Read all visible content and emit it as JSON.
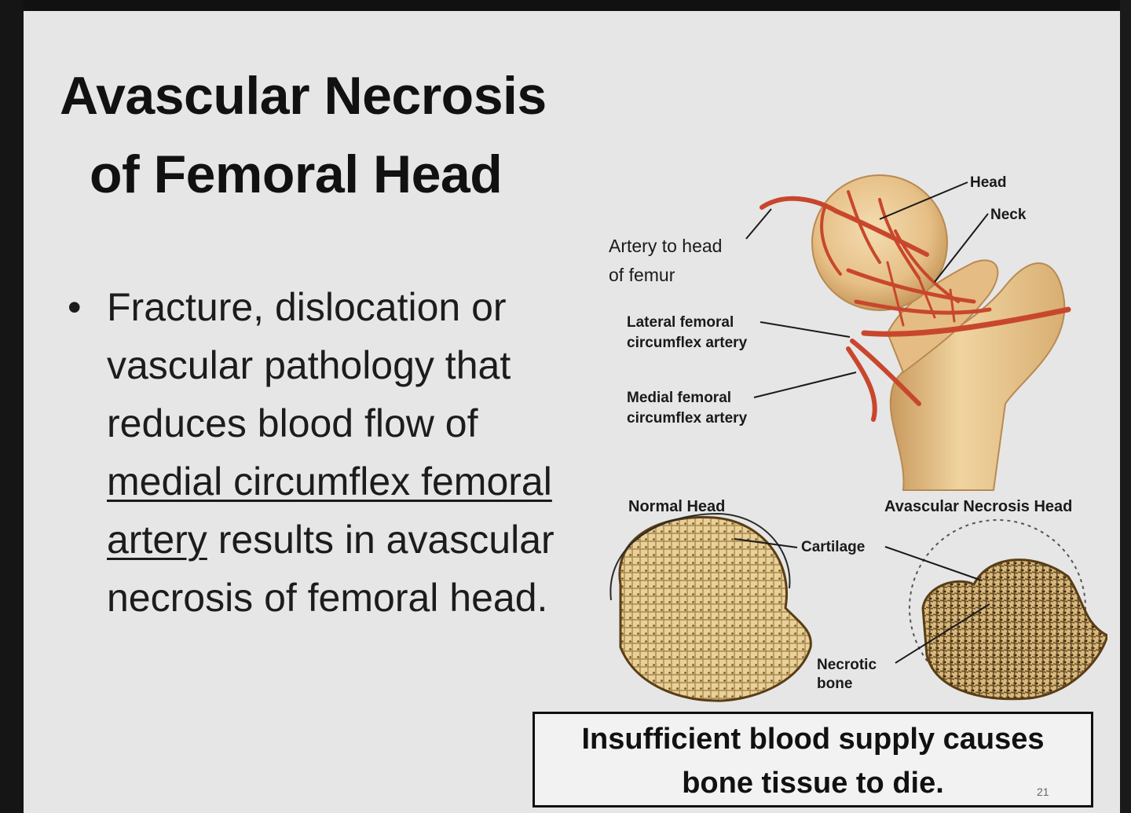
{
  "slide": {
    "title_line1": "Avascular Necrosis",
    "title_line2": "of Femoral Head",
    "bullet": {
      "marker": "•",
      "text_before": "Fracture, dislocation or vascular pathology that reduces blood flow of ",
      "underlined": "medial circumflex femoral artery",
      "text_after": " results in avascular necrosis of femoral head."
    },
    "diagram_labels": {
      "head": "Head",
      "neck": "Neck",
      "artery_to_head_line1": "Artery to head",
      "artery_to_head_line2": "of femur",
      "lateral_line1": "Lateral femoral",
      "lateral_line2": "circumflex artery",
      "medial_line1": "Medial femoral",
      "medial_line2": "circumflex artery",
      "normal_head": "Normal Head",
      "avn_head": "Avascular Necrosis Head",
      "cartilage": "Cartilage",
      "necrotic_line1": "Necrotic",
      "necrotic_line2": "bone"
    },
    "callout_line1": "Insufficient blood supply causes",
    "callout_line2": "bone tissue to die.",
    "page_number": "21"
  },
  "colors": {
    "slide_background": "#e6e6e6",
    "bone": "#e8c48e",
    "artery": "#c8472c",
    "text": "#111111"
  }
}
